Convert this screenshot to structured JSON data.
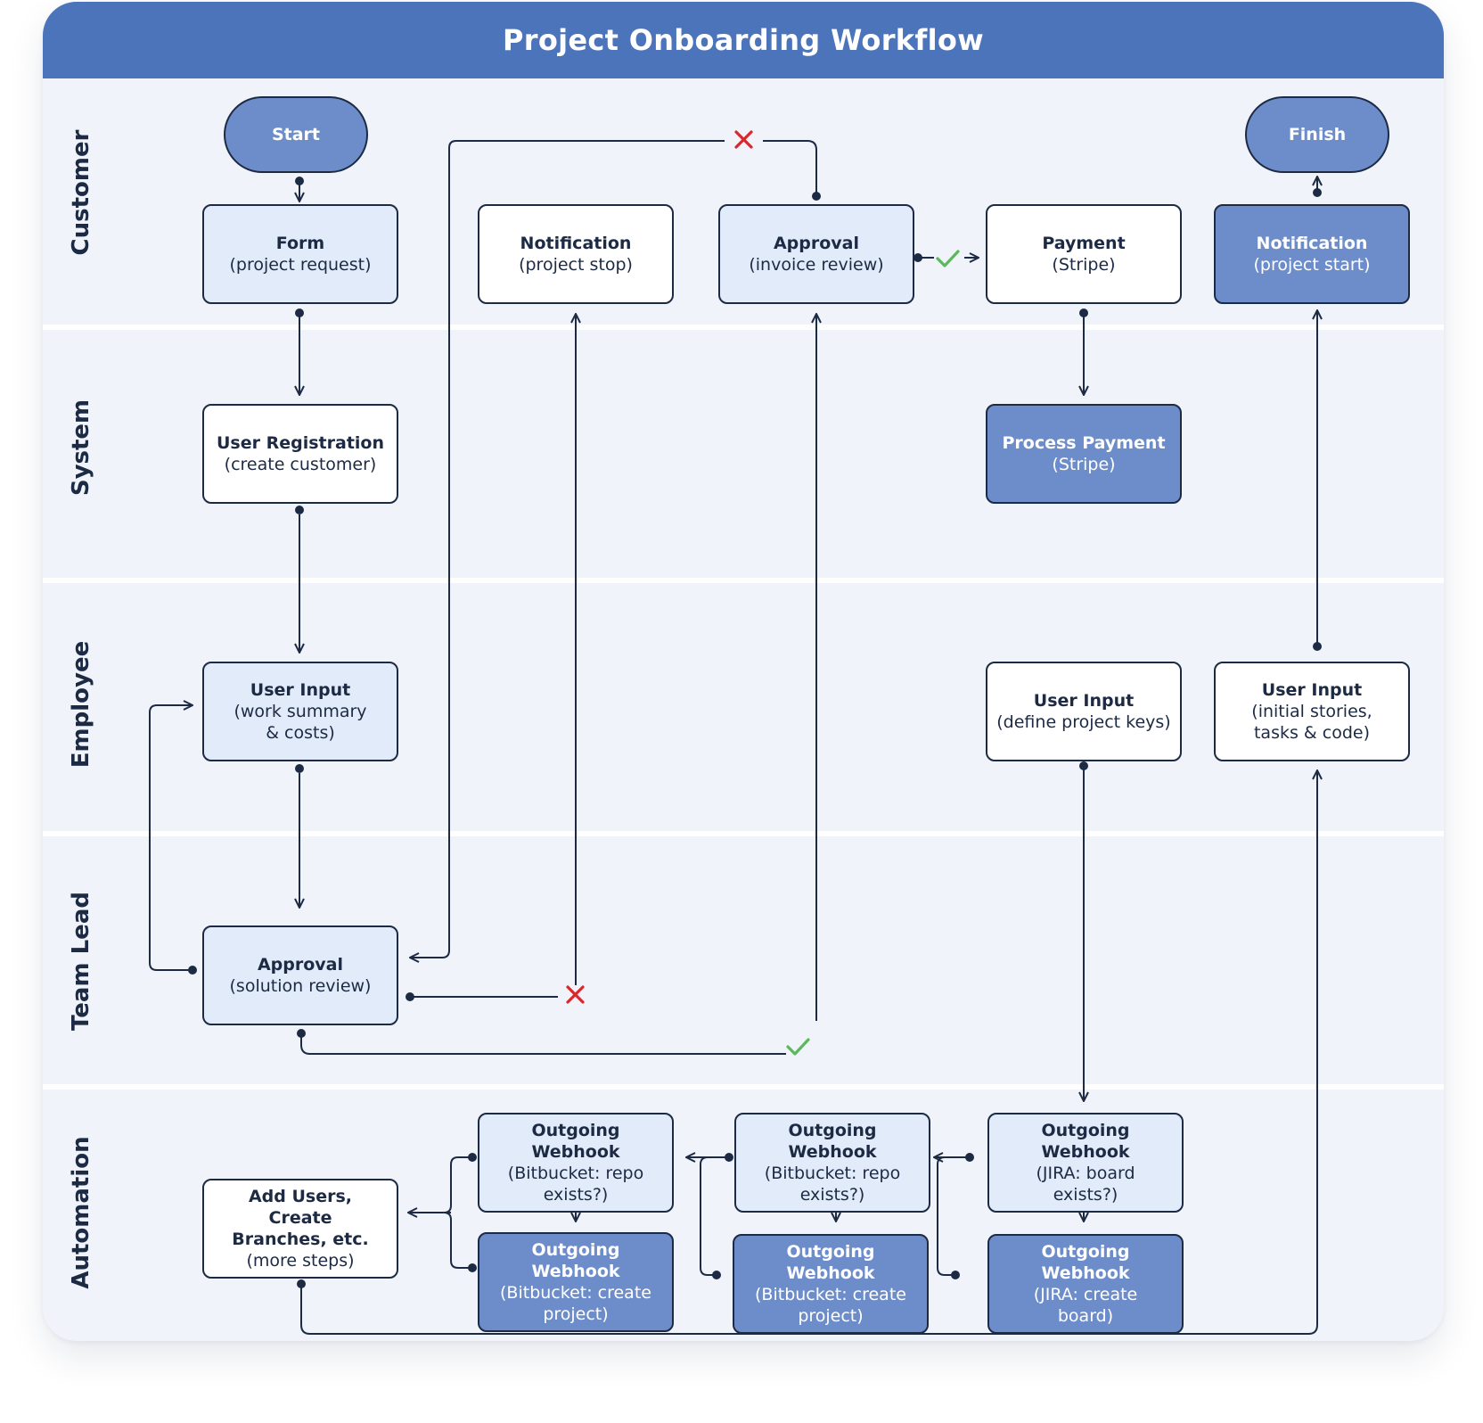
{
  "title": "Project Onboarding Workflow",
  "lanes": [
    "Customer",
    "System",
    "Employee",
    "Team Lead",
    "Automation"
  ],
  "terminals": {
    "start": "Start",
    "finish": "Finish"
  },
  "nodes": {
    "form": {
      "title": "Form",
      "sub": "(project request)"
    },
    "notification_stop": {
      "title": "Notification",
      "sub": "(project stop)"
    },
    "approval_invoice": {
      "title": "Approval",
      "sub": "(invoice review)"
    },
    "payment": {
      "title": "Payment",
      "sub": "(Stripe)"
    },
    "notification_start": {
      "title": "Notification",
      "sub": "(project start)"
    },
    "user_registration": {
      "title": "User Registration",
      "sub": "(create customer)"
    },
    "process_payment": {
      "title": "Process Payment",
      "sub": "(Stripe)"
    },
    "user_input_work": {
      "title": "User Input",
      "sub": "(work summary & costs)"
    },
    "user_input_keys": {
      "title": "User Input",
      "sub": "(define project keys)"
    },
    "user_input_stories": {
      "title": "User Input",
      "sub": "(initial stories, tasks & code)"
    },
    "approval_solution": {
      "title": "Approval",
      "sub": "(solution review)"
    },
    "add_users": {
      "title": "Add Users, Create Branches, etc.",
      "sub": "(more steps)"
    },
    "webhook_bb_exists_1": {
      "title": "Outgoing Webhook",
      "sub": "(Bitbucket: repo exists?)"
    },
    "webhook_bb_exists_2": {
      "title": "Outgoing Webhook",
      "sub": "(Bitbucket: repo exists?)"
    },
    "webhook_jira_exists": {
      "title": "Outgoing Webhook",
      "sub": "(JIRA: board exists?)"
    },
    "webhook_bb_create_1": {
      "title": "Outgoing Webhook",
      "sub": "(Bitbucket: create project)"
    },
    "webhook_bb_create_2": {
      "title": "Outgoing Webhook",
      "sub": "(Bitbucket: create project)"
    },
    "webhook_jira_create": {
      "title": "Outgoing Webhook",
      "sub": "(JIRA: create board)"
    }
  },
  "colors": {
    "header": "#4c74bb",
    "background": "#f0f4fa",
    "node_light": "#e2ebfa",
    "node_dark": "#6d8dca",
    "line": "#1c2a44",
    "approve": "#5cb85c",
    "reject": "#d9272e"
  }
}
